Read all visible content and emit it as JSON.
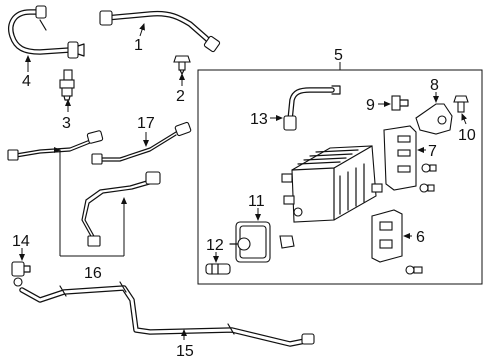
{
  "callouts": {
    "c1": "1",
    "c2": "2",
    "c3": "3",
    "c4": "4",
    "c5": "5",
    "c6": "6",
    "c7": "7",
    "c8": "8",
    "c9": "9",
    "c10": "10",
    "c11": "11",
    "c12": "12",
    "c13": "13",
    "c14": "14",
    "c15": "15",
    "c16": "16",
    "c17": "17"
  },
  "style": {
    "line_color": "#111111",
    "background": "#ffffff"
  }
}
